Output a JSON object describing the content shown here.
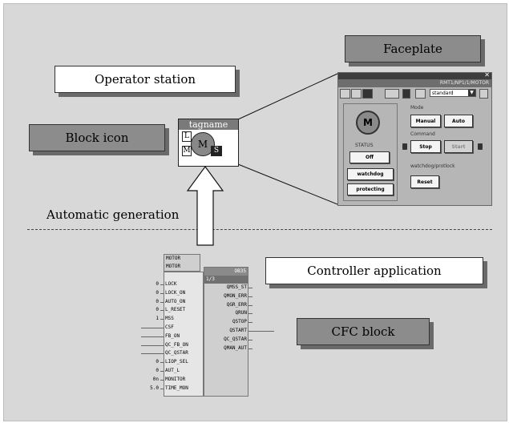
{
  "labels": {
    "faceplate": "Faceplate",
    "operator_station": "Operator station",
    "block_icon": "Block icon",
    "automatic_generation": "Automatic generation",
    "controller_application": "Controller application",
    "cfc_block": "CFC block"
  },
  "block_icon": {
    "title": "tagname",
    "center": "M",
    "left_top": "L",
    "left_bottom": "M",
    "right_bottom": "S"
  },
  "faceplate_window": {
    "tag": "RMT1/NP1/1/MOTOR",
    "view_select": "standard",
    "motor_symbol": "M",
    "status_label": "STATUS",
    "status_button": "Off",
    "watchdog_button": "watchdog",
    "protecting_button": "protecting",
    "mode_label": "Mode",
    "manual_button": "Manual",
    "auto_button": "Auto",
    "command_label": "Command",
    "stop_button": "Stop",
    "start_button": "Start",
    "interlock_label": "watchdog/protlock",
    "reset_button": "Reset"
  },
  "cfc": {
    "head_line1": "MOTOR",
    "head_line2": "MOTOR",
    "out_header1": "OB35",
    "out_header2": "1/3",
    "inputs": [
      {
        "name": "LOCK",
        "value": "0"
      },
      {
        "name": "LOCK_ON",
        "value": "0"
      },
      {
        "name": "AUTO_ON",
        "value": "0"
      },
      {
        "name": "L_RESET",
        "value": "0"
      },
      {
        "name": "MSS",
        "value": "1"
      },
      {
        "name": "CSF",
        "value": ""
      },
      {
        "name": "FB_ON",
        "value": ""
      },
      {
        "name": "QC_FB_ON",
        "value": ""
      },
      {
        "name": "QC_QSTAR",
        "value": ""
      },
      {
        "name": "LIOP_SEL",
        "value": "0"
      },
      {
        "name": "AUT_L",
        "value": "0"
      },
      {
        "name": "MONITOR",
        "value": "0n"
      },
      {
        "name": "TIME_MON",
        "value": "5.0"
      }
    ],
    "outputs": [
      "QMSS_ST",
      "QMON_ERR",
      "QGR_ERR",
      "QRUN",
      "QSTOP",
      "QSTART",
      "QC_QSTAR",
      "QMAN_AUT"
    ]
  }
}
